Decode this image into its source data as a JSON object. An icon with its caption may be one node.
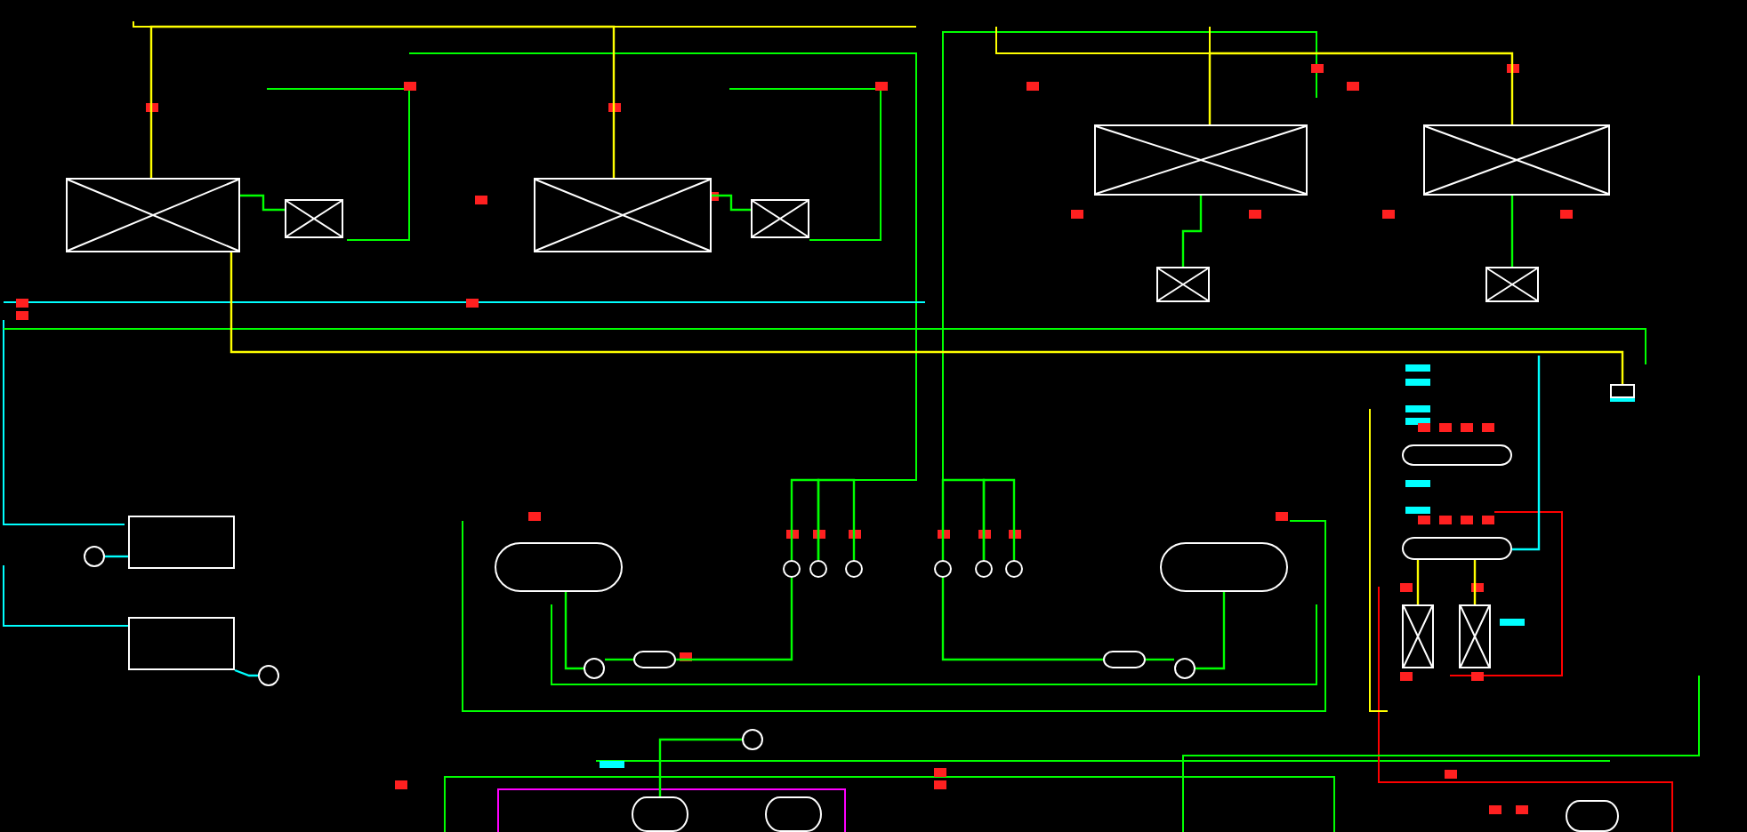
{
  "diagram": {
    "nodes": [
      {
        "text": [],
        "shape": "box"
      },
      {
        "text": [],
        "shape": "box"
      },
      {
        "text": [],
        "shape": "box"
      },
      {
        "text": [],
        "shape": "box"
      },
      {
        "text": [],
        "shape": "box"
      },
      {
        "text": [],
        "shape": "box"
      },
      {
        "text": [],
        "shape": "box"
      },
      {
        "text": [],
        "shape": "box"
      },
      {
        "text": [],
        "shape": "box"
      },
      {
        "text": [],
        "shape": "cylinder"
      },
      {
        "text": [],
        "shape": "cylinder"
      },
      {
        "text": [],
        "shape": "box"
      },
      {
        "text": [],
        "shape": "box"
      },
      {
        "text": [],
        "shape": "box"
      },
      {
        "text": [],
        "shape": "circle"
      },
      {
        "text": [],
        "shape": "box"
      },
      {
        "text": [],
        "shape": "circle"
      },
      {
        "text": [],
        "shape": "cylinder"
      },
      {
        "text": [],
        "shape": "cylinder"
      },
      {
        "text": [],
        "shape": "circle"
      },
      {
        "text": [],
        "shape": "circle"
      },
      {
        "text": [],
        "shape": "circle"
      },
      {
        "text": [],
        "shape": "circle"
      },
      {
        "text": [],
        "shape": "circle"
      },
      {
        "text": [],
        "shape": "circle"
      },
      {
        "text": [],
        "shape": "circle"
      },
      {
        "text": [],
        "shape": "cylinder"
      },
      {
        "text": [],
        "shape": "cylinder"
      },
      {
        "text": [],
        "shape": "circle"
      },
      {
        "text": [],
        "shape": "circle"
      },
      {
        "text": [],
        "shape": "cylinder"
      },
      {
        "text": [],
        "shape": "cylinder"
      },
      {
        "text": [],
        "shape": "cylinder"
      }
    ],
    "edges": [
      {
        "from": 0,
        "to": 1,
        "arrow": "none"
      },
      {
        "from": 2,
        "to": 3,
        "arrow": "none"
      },
      {
        "from": 4,
        "to": 5,
        "arrow": "none"
      },
      {
        "from": 6,
        "to": 7,
        "arrow": "none"
      },
      {
        "from": 10,
        "to": 11,
        "arrow": "none",
        "color": "#ffff00"
      },
      {
        "from": 10,
        "to": 12,
        "arrow": "none",
        "color": "#ffff00"
      },
      {
        "from": 13,
        "to": 14,
        "arrow": "none",
        "color": "#00ffff"
      },
      {
        "from": 15,
        "to": 16,
        "arrow": "none",
        "color": "#00ffff"
      },
      {
        "from": 17,
        "to": 25,
        "arrow": "none"
      },
      {
        "from": 25,
        "to": 26,
        "arrow": "none"
      },
      {
        "from": 26,
        "to": 19,
        "arrow": "none"
      },
      {
        "from": 18,
        "to": 28,
        "arrow": "none"
      },
      {
        "from": 28,
        "to": 27,
        "arrow": "none"
      },
      {
        "from": 27,
        "to": 22,
        "arrow": "none"
      },
      {
        "from": 29,
        "to": 30,
        "arrow": "none"
      },
      {
        "from": 0,
        "to": 2,
        "arrow": "none",
        "color": "#ffff00"
      },
      {
        "from": 0,
        "to": 8,
        "arrow": "none",
        "color": "#ffff00"
      },
      {
        "from": 19,
        "to": 20,
        "arrow": "none"
      },
      {
        "from": 20,
        "to": 21,
        "arrow": "none"
      },
      {
        "from": 22,
        "to": 23,
        "arrow": "none"
      },
      {
        "from": 23,
        "to": 24,
        "arrow": "none"
      },
      {
        "from": 4,
        "to": 6,
        "arrow": "none",
        "color": "#ffff00"
      },
      {
        "from": null,
        "to": 10,
        "arrow": "none",
        "color": "#00ffff"
      }
    ]
  }
}
